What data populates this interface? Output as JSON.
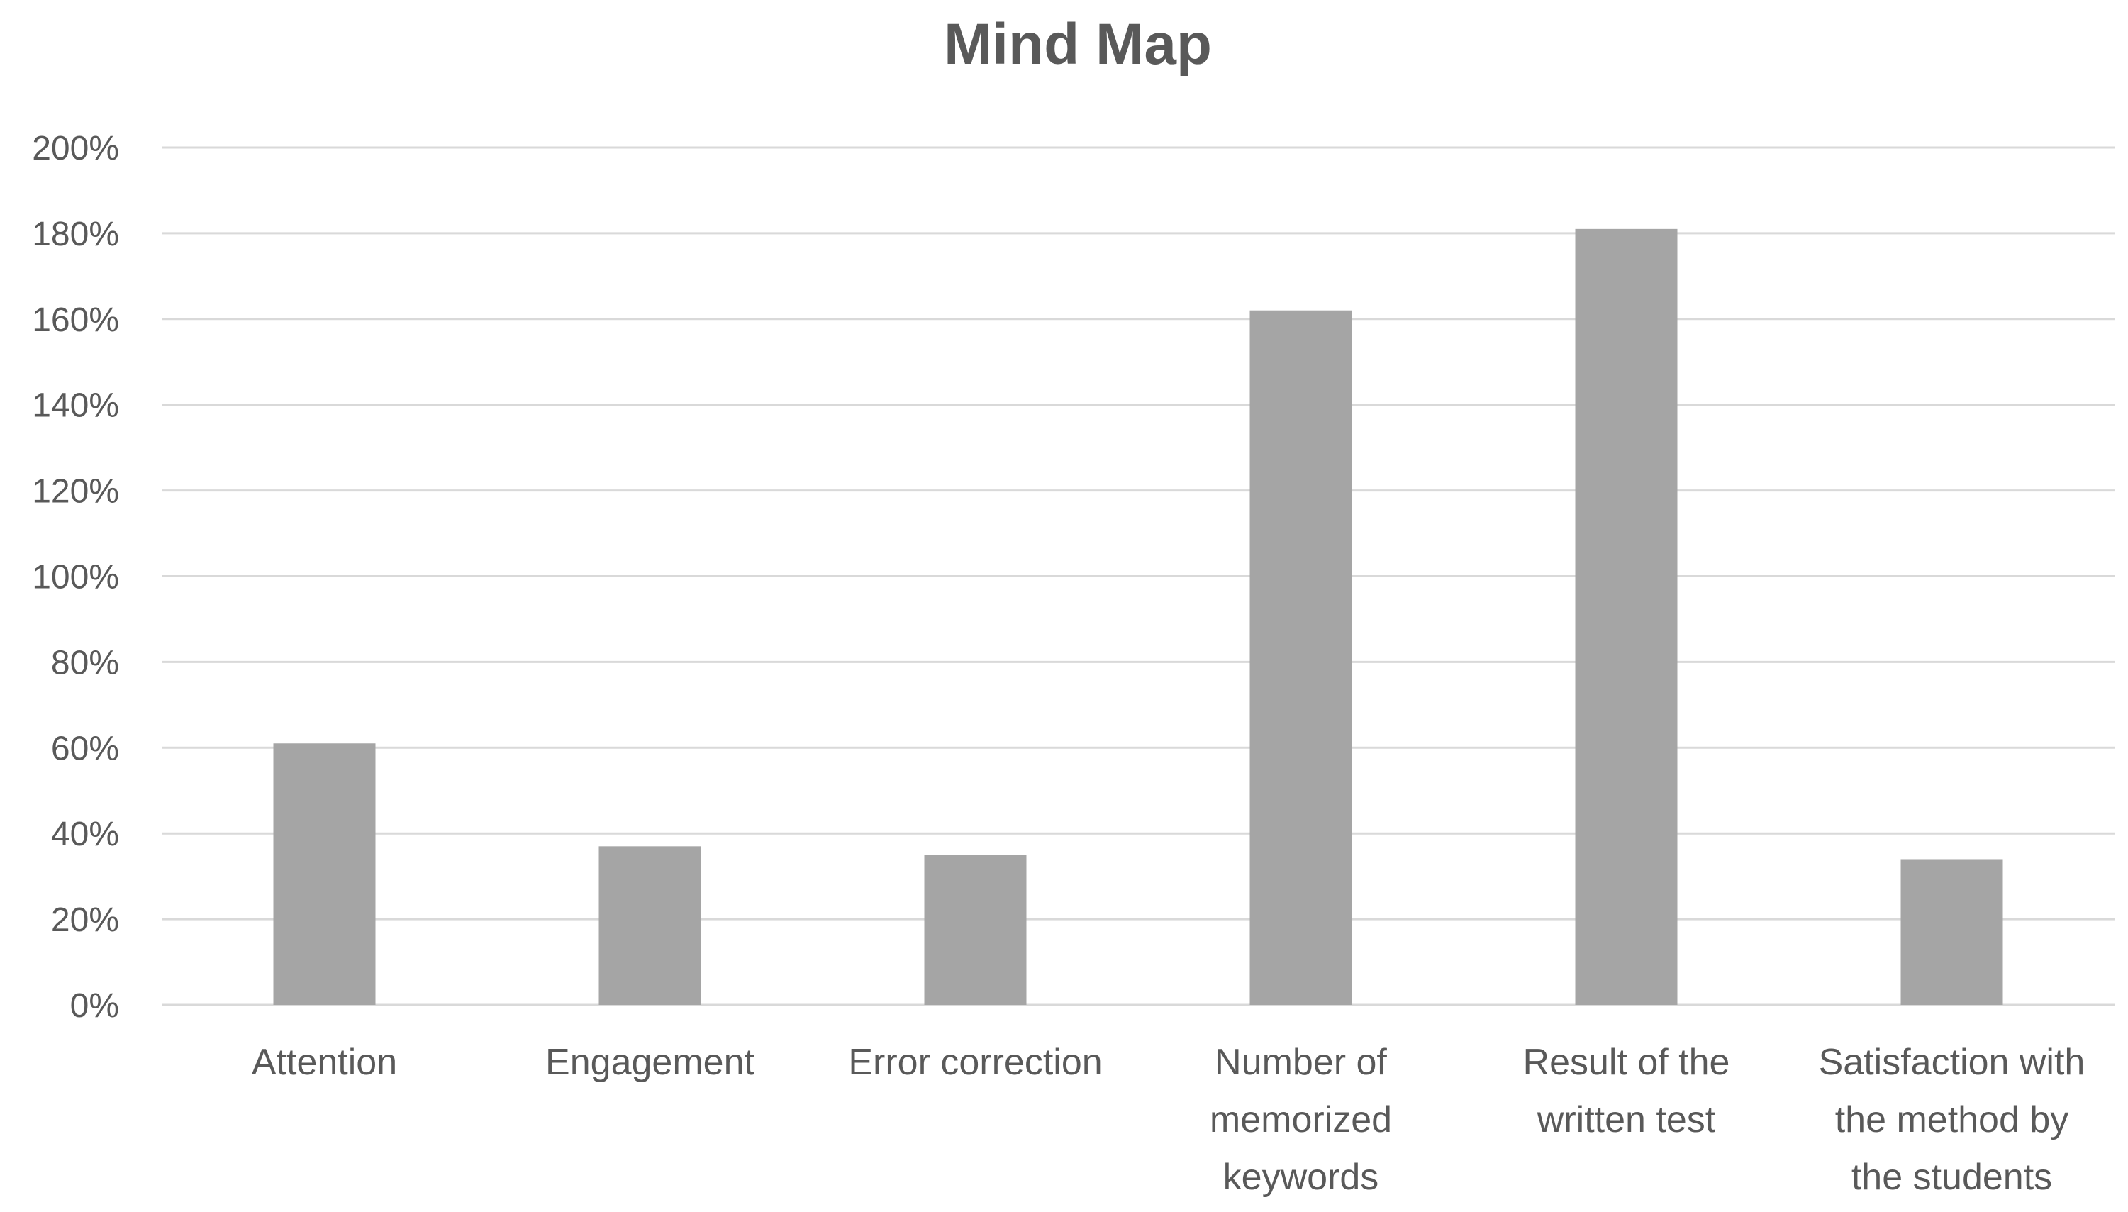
{
  "chart_data": {
    "type": "bar",
    "title": "Mind Map",
    "xlabel": "",
    "ylabel": "",
    "categories": [
      [
        "Attention"
      ],
      [
        "Engagement"
      ],
      [
        "Error correction"
      ],
      [
        "Number of",
        "memorized",
        "keywords"
      ],
      [
        "Result of the",
        "written test"
      ],
      [
        "Satisfaction with",
        "the method by",
        "the students"
      ]
    ],
    "values": [
      61,
      37,
      35,
      162,
      181,
      34
    ],
    "y_ticks": [
      "0%",
      "20%",
      "40%",
      "60%",
      "80%",
      "100%",
      "120%",
      "140%",
      "160%",
      "180%",
      "200%"
    ],
    "ylim": [
      0,
      200
    ],
    "grid": true,
    "legend": "none",
    "bar_color": "#a5a5a5"
  }
}
